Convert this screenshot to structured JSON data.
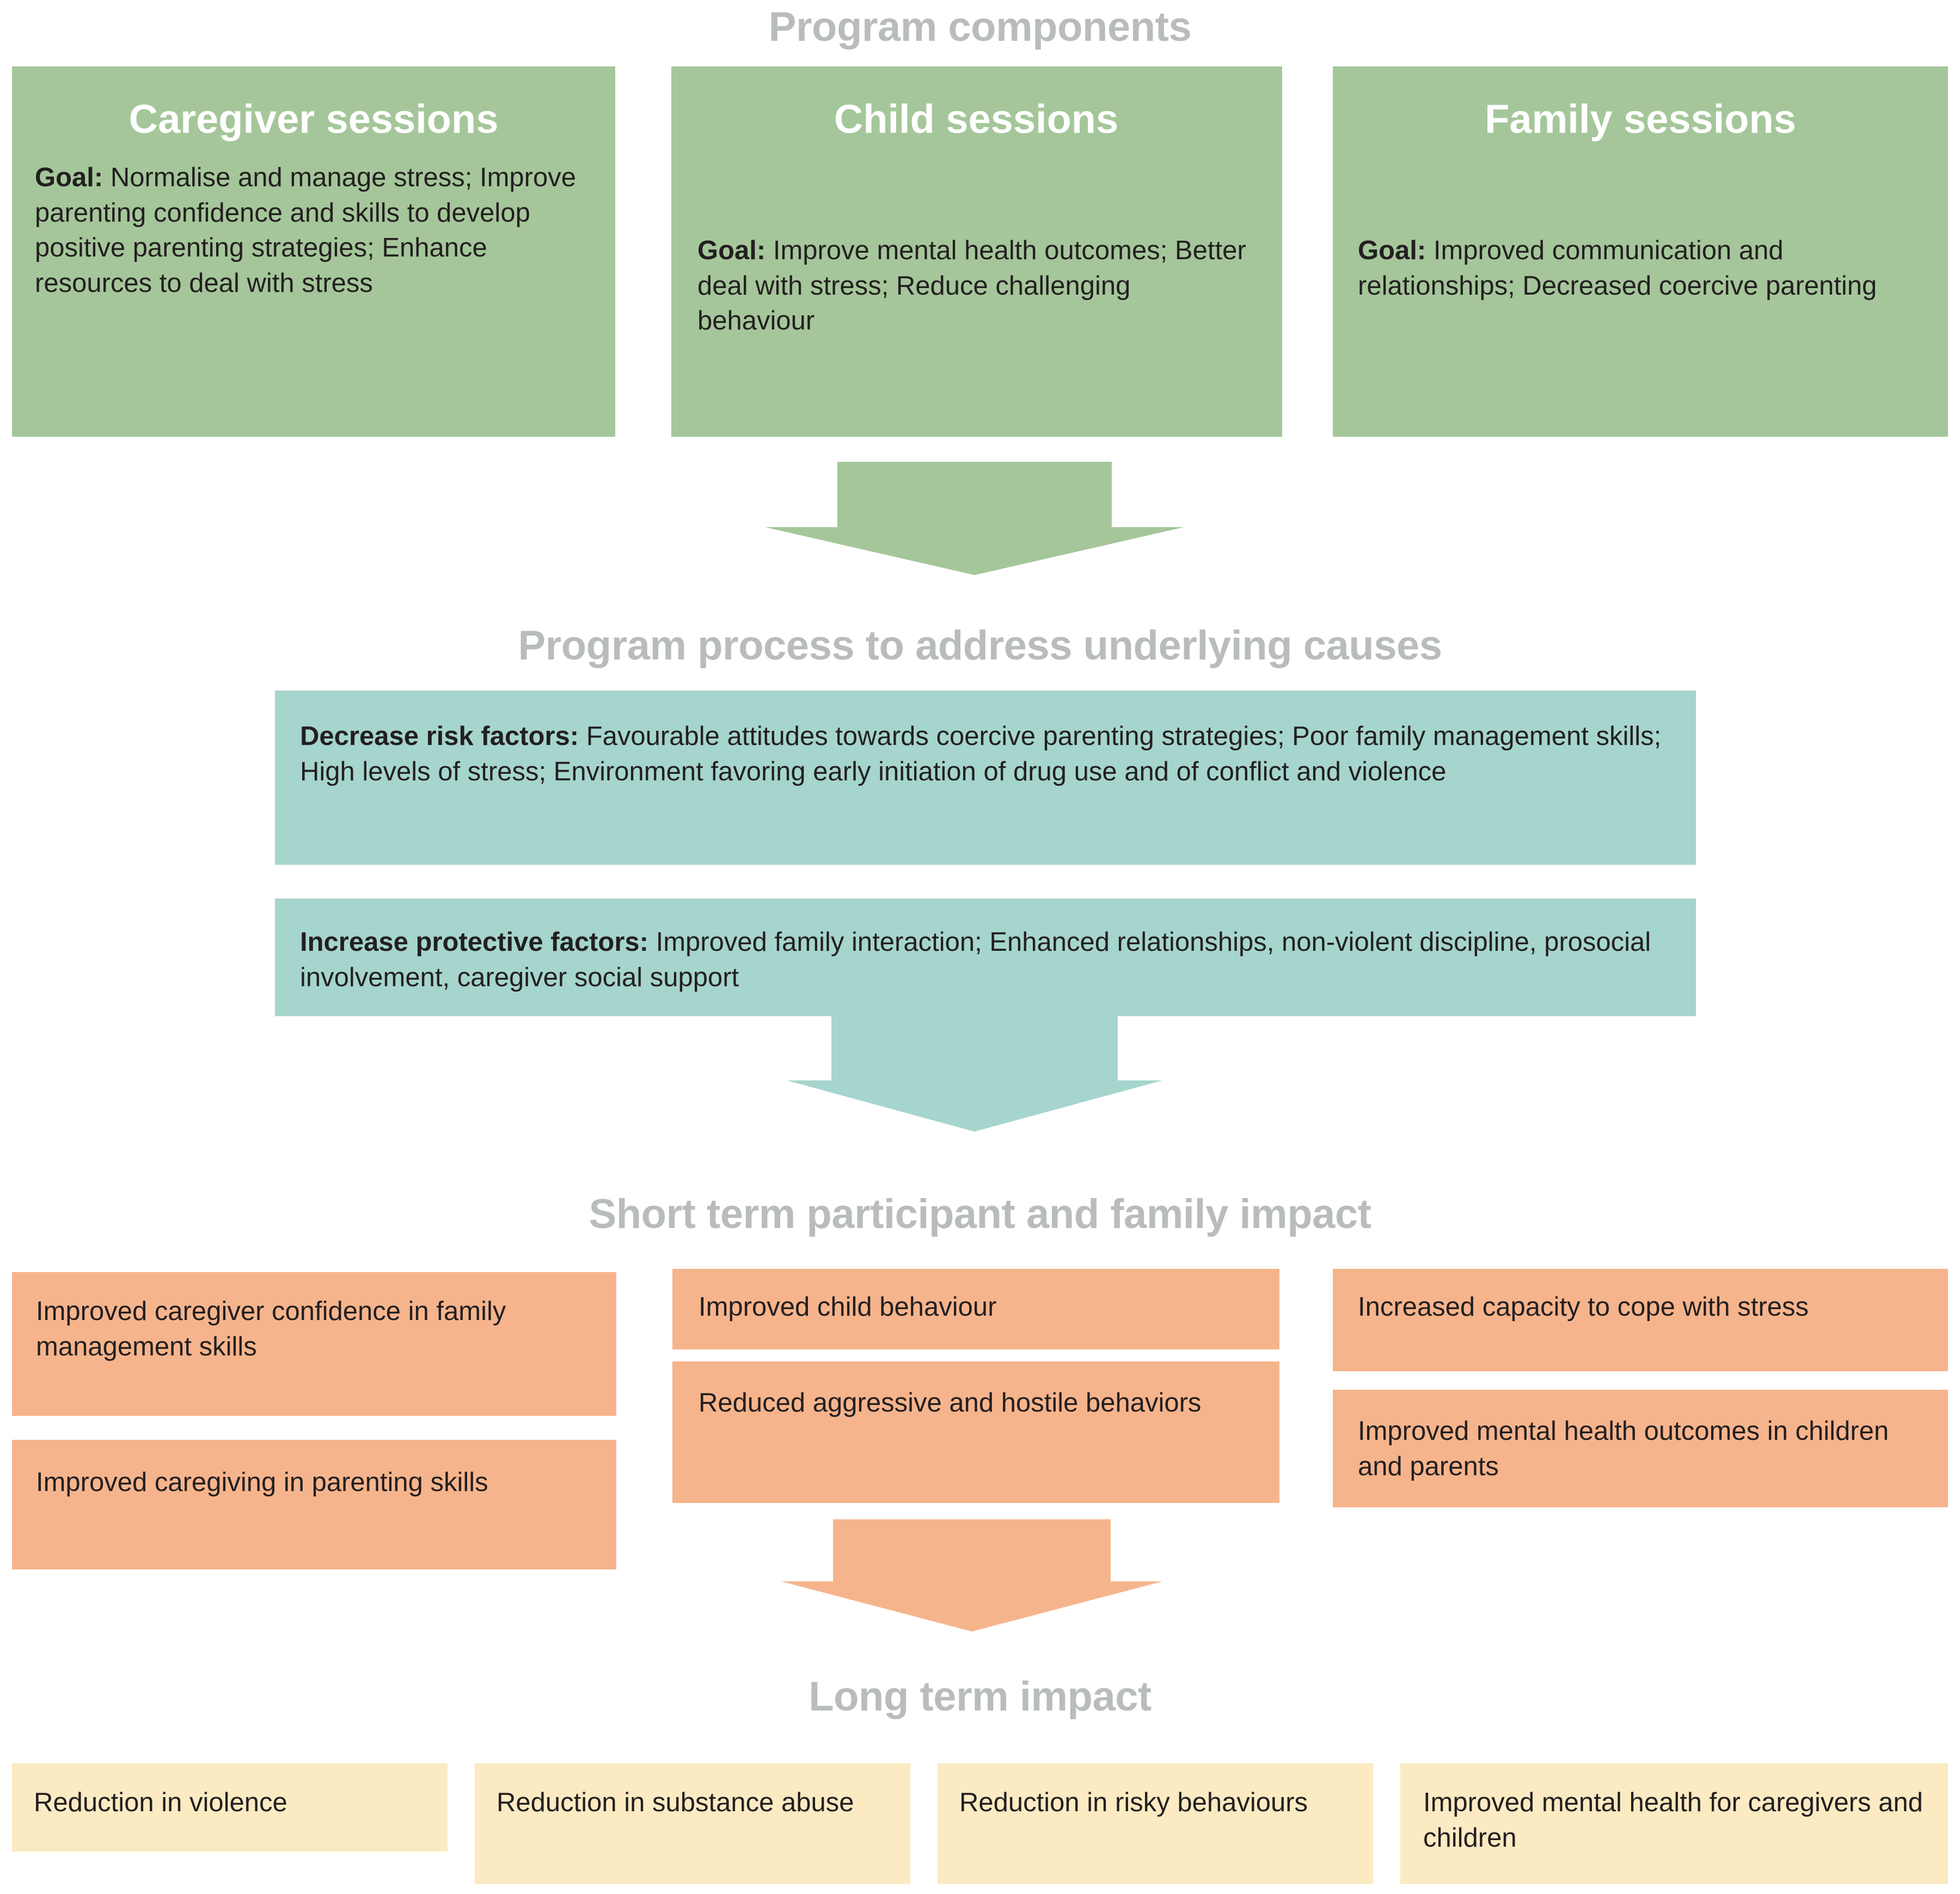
{
  "sections": {
    "program_components": {
      "title": "Program components",
      "color": "#a5c69a",
      "boxes": [
        {
          "heading": "Caregiver sessions",
          "label": "Goal:",
          "text": " Normalise and  manage stress; Improve parenting confidence and skills to develop positive parenting strategies; Enhance resources to deal with stress"
        },
        {
          "heading": "Child sessions",
          "label": "Goal:",
          "text": "  Improve mental health outcomes; Better deal with stress; Reduce challenging behaviour"
        },
        {
          "heading": "Family sessions",
          "label": "Goal:",
          "text": " Improved communication and relationships; Decreased coercive parenting"
        }
      ]
    },
    "program_process": {
      "title": "Program process to address underlying causes",
      "color": "#a5d5cd",
      "boxes": [
        {
          "label": "Decrease risk factors:",
          "text": " Favourable attitudes towards coercive parenting strategies; Poor family management skills; High levels of stress; Environment favoring early initiation of drug use and of conflict and violence"
        },
        {
          "label": "Increase protective factors:",
          "text": " Improved family interaction; Enhanced relationships, non-violent discipline, prosocial involvement, caregiver social support"
        }
      ]
    },
    "short_term_impact": {
      "title": "Short term participant and family impact",
      "color": "#f6b48c",
      "columns": [
        {
          "boxes": [
            "Improved caregiver  confidence in family management skills",
            "Improved caregiving in parenting skills"
          ]
        },
        {
          "boxes": [
            "Improved child behaviour",
            "Reduced aggressive and hostile behaviors"
          ]
        },
        {
          "boxes": [
            "Increased capacity to cope with stress",
            "Improved mental  health outcomes in children and parents"
          ]
        }
      ]
    },
    "long_term_impact": {
      "title": "Long term impact",
      "color": "#fbeac2",
      "boxes": [
        "Reduction in violence",
        "Reduction in substance abuse",
        "Reduction in risky behaviours",
        "Improved mental health for caregivers and children"
      ]
    }
  },
  "arrows": [
    {
      "name": "components-to-process",
      "color": "#a5c69a",
      "direction": "down"
    },
    {
      "name": "process-to-shortterm",
      "color": "#a5d5cd",
      "direction": "down"
    },
    {
      "name": "shortterm-to-longterm",
      "color": "#f6b48c",
      "direction": "down"
    }
  ],
  "palette": {
    "heading_grey": "#b9bcbd",
    "green": "#a5c69a",
    "teal": "#a5d5cd",
    "orange": "#f6b48c",
    "yellow": "#fbeac2",
    "body_text": "#231f20",
    "box_heading_text": "#ffffff",
    "background": "#ffffff"
  }
}
